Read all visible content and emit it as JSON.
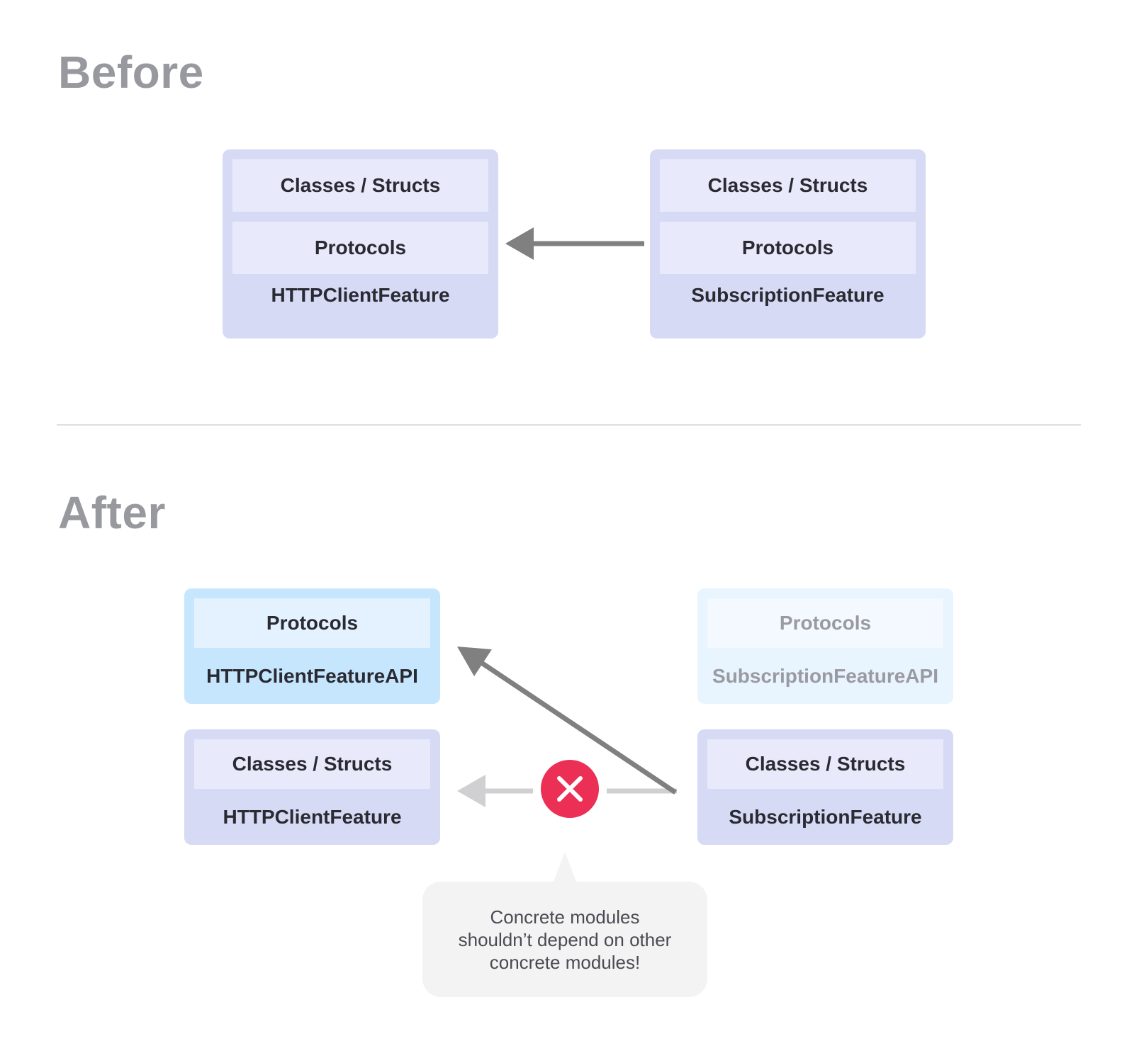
{
  "before": {
    "title": "Before",
    "left_module": {
      "layers": [
        "Classes / Structs",
        "Protocols"
      ],
      "name": "HTTPClientFeature"
    },
    "right_module": {
      "layers": [
        "Classes / Structs",
        "Protocols"
      ],
      "name": "SubscriptionFeature"
    }
  },
  "after": {
    "title": "After",
    "api_left": {
      "layer": "Protocols",
      "name": "HTTPClientFeatureAPI"
    },
    "api_right": {
      "layer": "Protocols",
      "name": "SubscriptionFeatureAPI"
    },
    "impl_left": {
      "layer": "Classes / Structs",
      "name": "HTTPClientFeature"
    },
    "impl_right": {
      "layer": "Classes / Structs",
      "name": "SubscriptionFeature"
    },
    "note": "Concrete modules\nshouldn’t depend on other\nconcrete modules!"
  },
  "colors": {
    "heading": "#98989f",
    "concrete_module": "#d6daf4",
    "api_module": "#c6e6fd",
    "arrow": "#808080",
    "arrow_disallowed": "#d0d0d3",
    "error": "#ec2f55"
  },
  "icons": {
    "disallowed": "close-icon"
  }
}
